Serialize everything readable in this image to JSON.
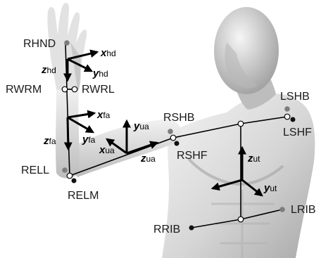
{
  "colors": {
    "skin_light": "#ececec",
    "skin_mid": "#cfcfcf",
    "skin_dark": "#9c9c9c",
    "marker_gray": "#7d7d7d",
    "marker_black": "#111111",
    "segment": "#000000"
  },
  "markers": {
    "rhnd": "RHND",
    "rwrm": "RWRM",
    "rwrl": "RWRL",
    "rell": "RELL",
    "relm": "RELM",
    "rshb": "RSHB",
    "rshf": "RSHF",
    "lshb": "LSHB",
    "lshf": "LSHF",
    "rrib": "RRIB",
    "lrib": "LRIB"
  },
  "axes": {
    "hand": {
      "x": "x",
      "y": "y",
      "z": "z",
      "sub": "hd"
    },
    "forearm": {
      "x": "x",
      "y": "y",
      "z": "z",
      "sub": "fa"
    },
    "upper_arm": {
      "x": "x",
      "y": "y",
      "z": "z",
      "sub": "ua"
    },
    "torso": {
      "y": "y",
      "z": "z",
      "sub": "ut"
    }
  }
}
